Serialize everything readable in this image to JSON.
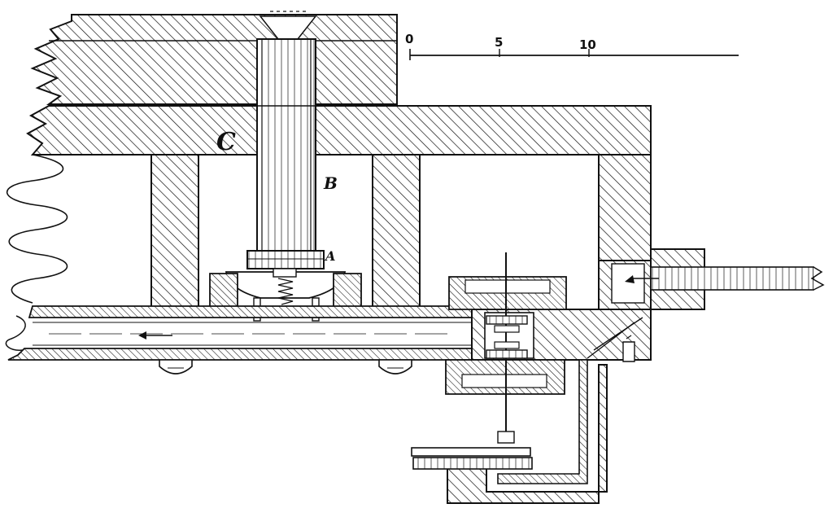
{
  "diagram": {
    "labels": {
      "C": "C",
      "B": "B",
      "A": "A"
    },
    "scale": {
      "ticks": [
        "0",
        "5",
        "10"
      ]
    },
    "colors": {
      "ink": "#111111",
      "paper": "#ffffff"
    }
  }
}
